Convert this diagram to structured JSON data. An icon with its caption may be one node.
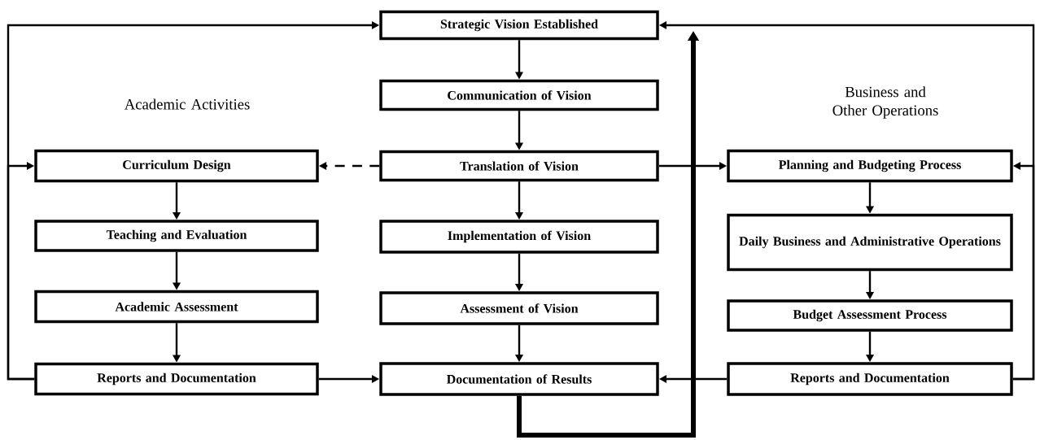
{
  "diagram": {
    "nodes": [
      {
        "text": [
          "Strategic Vision Established"
        ]
      },
      {
        "text": [
          "Communication of Vision"
        ]
      },
      {
        "text": [
          "Curriculum Design"
        ]
      },
      {
        "text": [
          "Translation of Vision"
        ]
      },
      {
        "text": [
          "Planning and Budgeting Process"
        ]
      },
      {
        "text": [
          "Teaching and Evaluation"
        ]
      },
      {
        "text": [
          "Implementation of Vision"
        ]
      },
      {
        "text": [
          "Daily Business and Administrative Operations"
        ]
      },
      {
        "text": [
          "Academic Assessment"
        ]
      },
      {
        "text": [
          "Assessment of Vision"
        ]
      },
      {
        "text": [
          "Budget Assessment Process"
        ]
      },
      {
        "text": [
          "Reports and Documentation"
        ]
      },
      {
        "text": [
          "Documentation of Results"
        ]
      },
      {
        "text": [
          "Reports and Documentation"
        ]
      }
    ],
    "edges": [
      {
        "from": 0,
        "to": 1,
        "arrow": "to"
      },
      {
        "from": 1,
        "to": 3,
        "arrow": "to"
      },
      {
        "from": 3,
        "to": 2,
        "arrow": "to",
        "style": "dashed"
      },
      {
        "from": 3,
        "to": 4,
        "arrow": "to"
      },
      {
        "from": 3,
        "to": 6,
        "arrow": "to"
      },
      {
        "from": 6,
        "to": 9,
        "arrow": "to"
      },
      {
        "from": 9,
        "to": 12,
        "arrow": "to"
      },
      {
        "from": 2,
        "to": 5,
        "arrow": "to"
      },
      {
        "from": 5,
        "to": 8,
        "arrow": "to"
      },
      {
        "from": 8,
        "to": 11,
        "arrow": "to"
      },
      {
        "from": 11,
        "to": 12,
        "arrow": "to"
      },
      {
        "from": 11,
        "to": 0,
        "arrow": "to"
      },
      {
        "from": 11,
        "to": 2,
        "arrow": "to"
      },
      {
        "from": 4,
        "to": 7,
        "arrow": "to"
      },
      {
        "from": 7,
        "to": 10,
        "arrow": "to"
      },
      {
        "from": 10,
        "to": 13,
        "arrow": "to"
      },
      {
        "from": 13,
        "to": 12,
        "arrow": "to"
      },
      {
        "from": 13,
        "to": 0,
        "arrow": "to"
      },
      {
        "from": 13,
        "to": 4,
        "arrow": "to"
      },
      {
        "from": 12,
        "to": 0,
        "arrow": "to",
        "style": "thick"
      }
    ],
    "labels": [
      "Academic Activities",
      "Business and Other Operations"
    ]
  }
}
